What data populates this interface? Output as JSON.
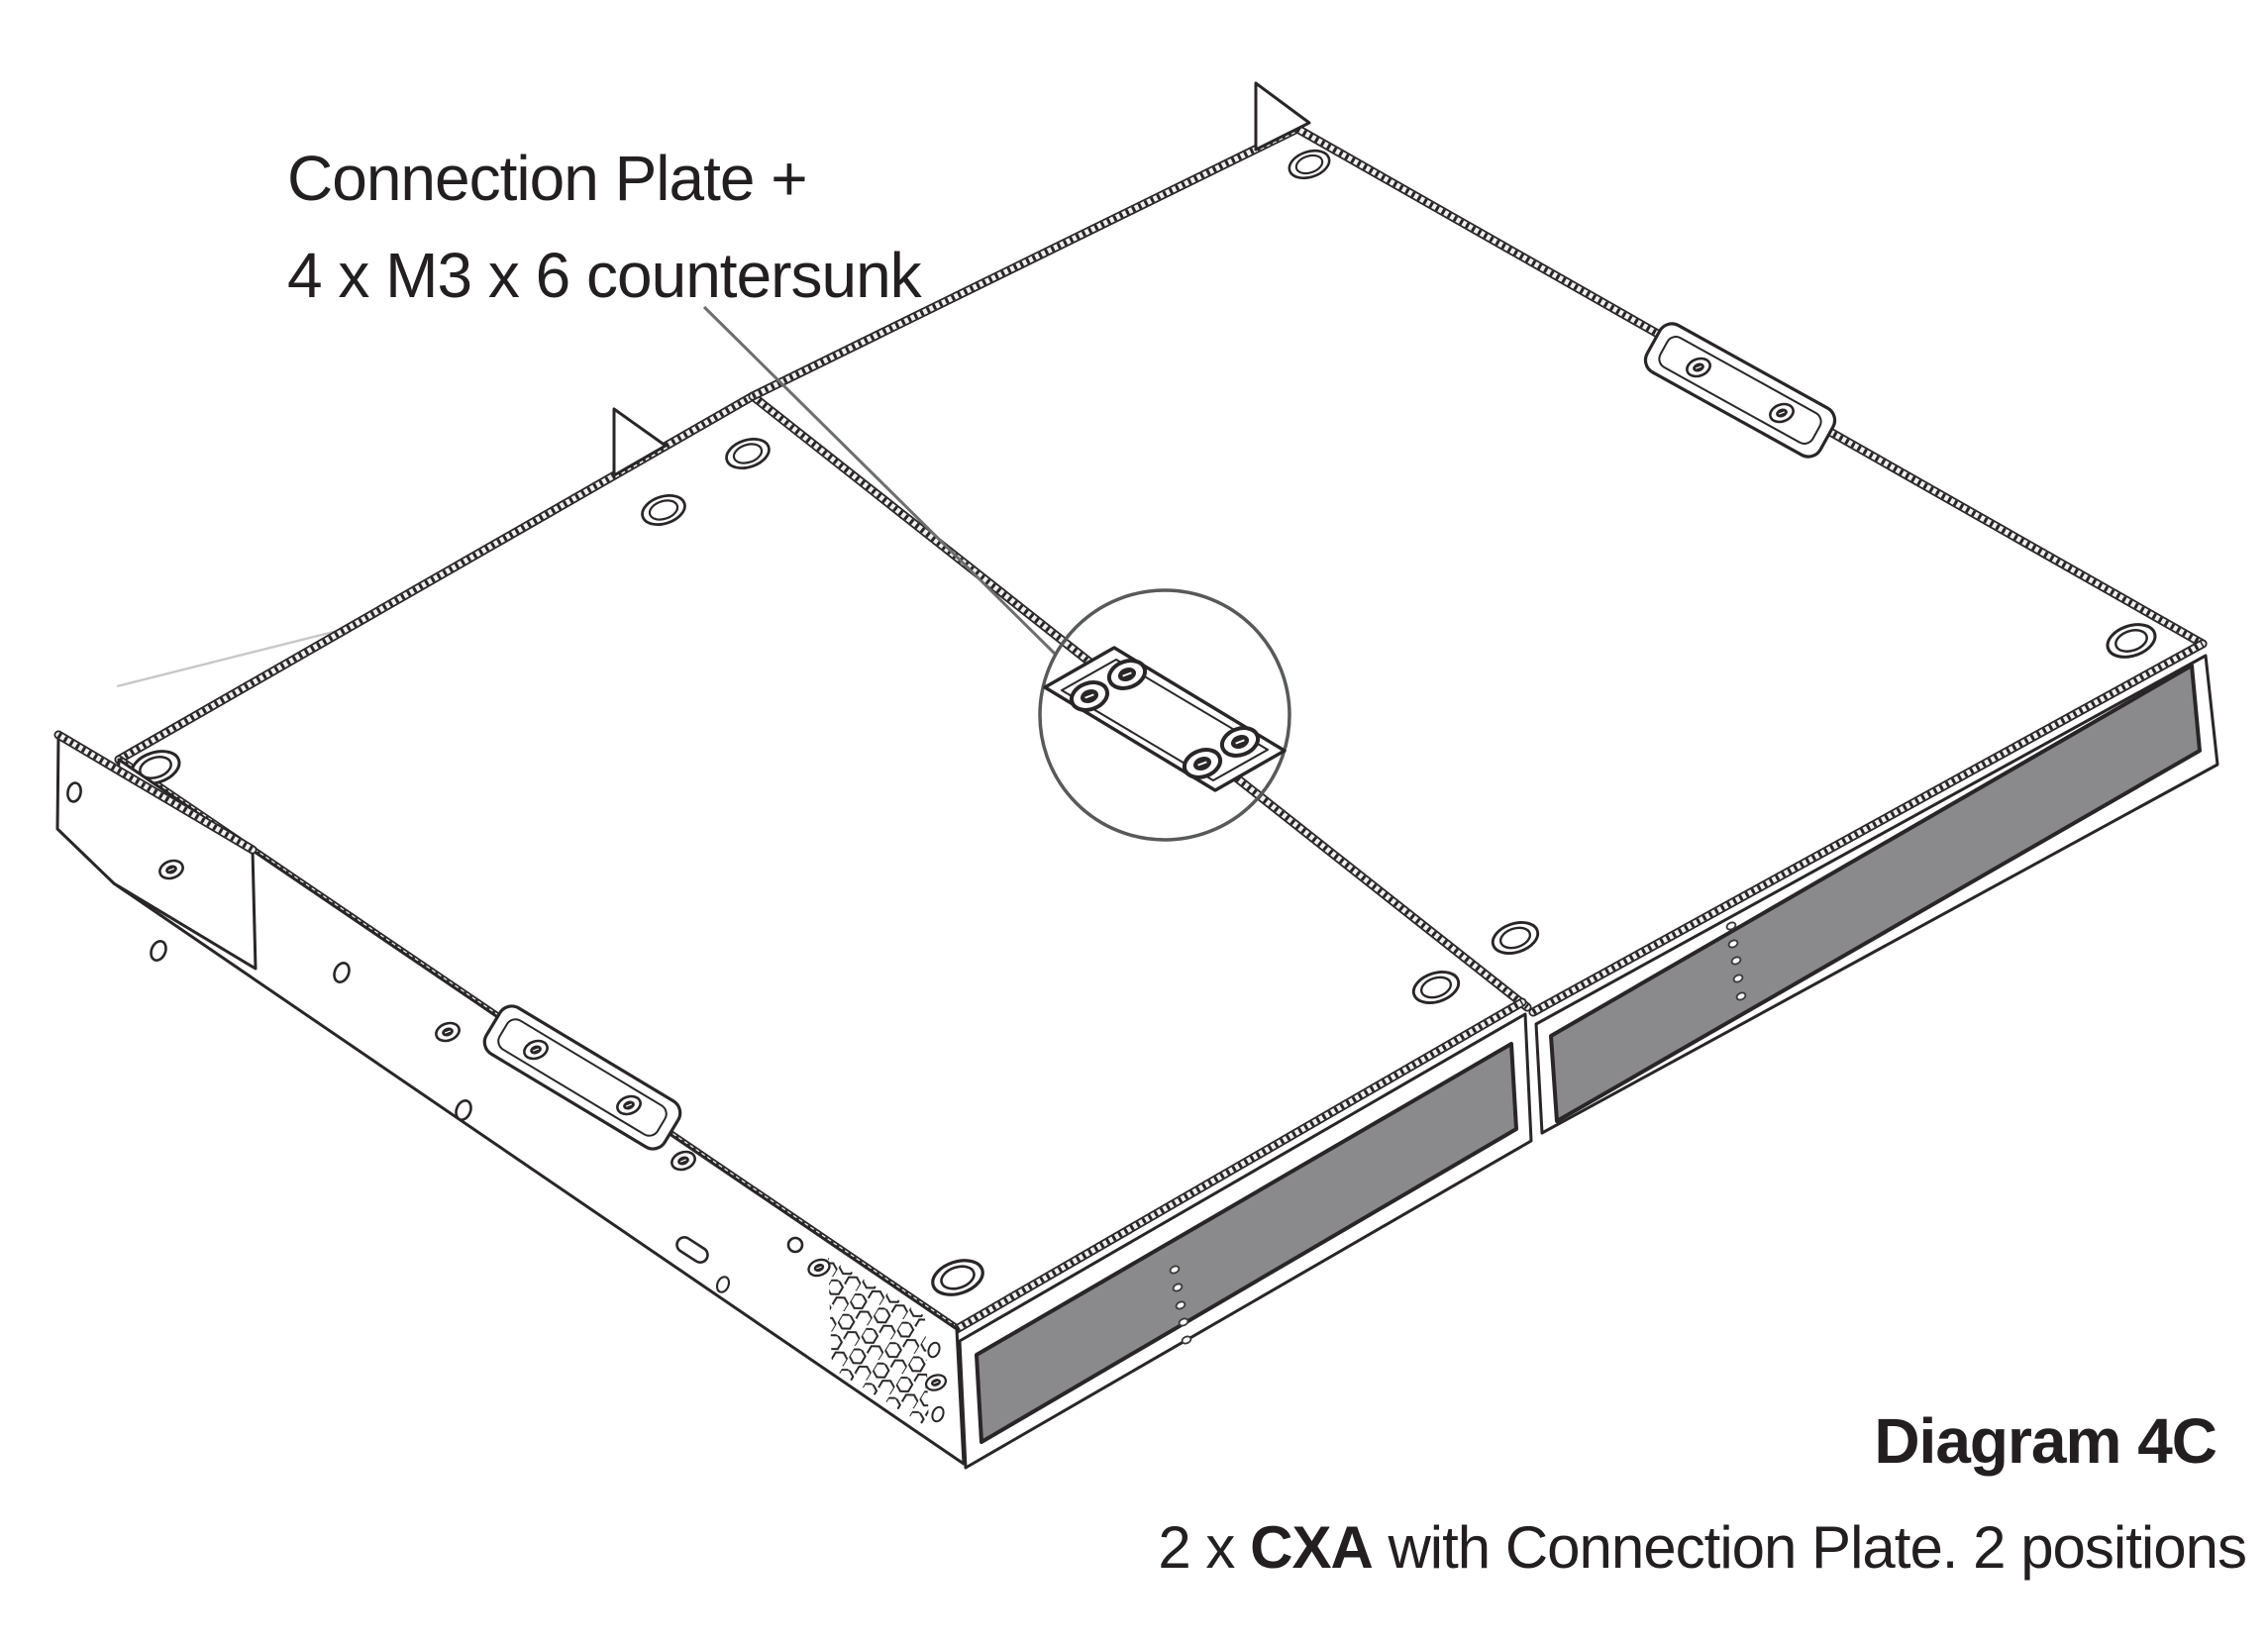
{
  "annotation": {
    "line1": "Connection Plate +",
    "line2": "4 x M3 x 6 countersunk"
  },
  "caption": {
    "title": "Diagram 4C",
    "pre": "2 x ",
    "product": "CXA",
    "post": " with Connection Plate. 2 positions"
  },
  "colors": {
    "ink": "#2a2627",
    "text": "#231f20",
    "panel_gray": "#8a8a8c",
    "callout_gray": "#58595b",
    "leader_gray": "#6d6e70",
    "faint_line": "#c8c8c8"
  }
}
